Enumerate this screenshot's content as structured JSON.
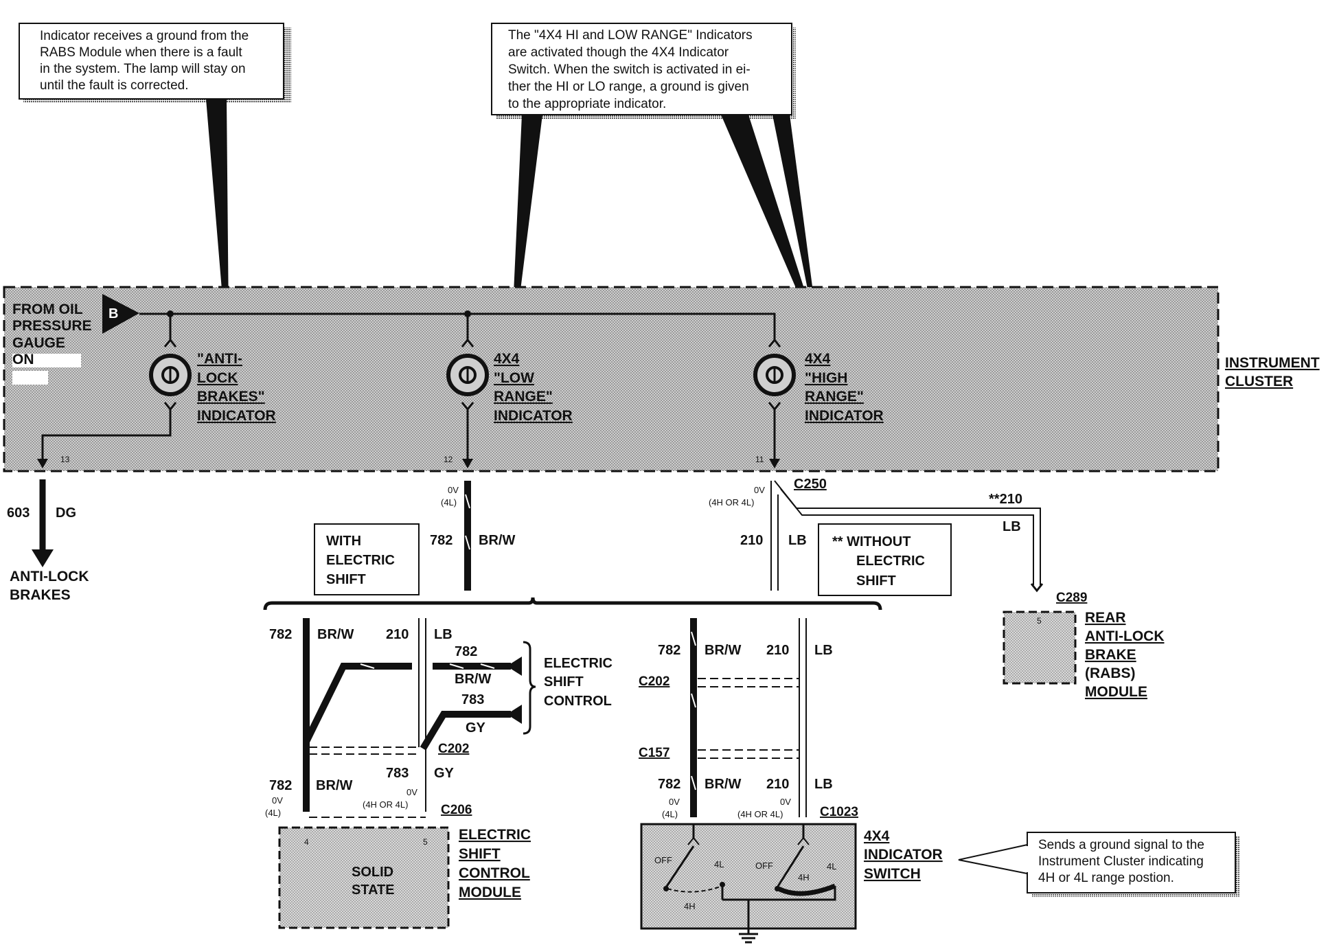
{
  "notes": {
    "rabs_line1": "Indicator receives a ground from the",
    "rabs_line2": "RABS Module when there is a fault",
    "rabs_line3": "in the system. The lamp will stay on",
    "rabs_line4": "until the fault is corrected.",
    "fourx4_line1": "The \"4X4 HI and LOW RANGE\" Indicators",
    "fourx4_line2": "are activated though the 4X4 Indicator",
    "fourx4_line3": "Switch. When the switch is activated in ei-",
    "fourx4_line4": "ther the HI or LO range, a ground is given",
    "fourx4_line5": "to the appropriate indicator.",
    "switch_line1": "Sends a ground signal to the",
    "switch_line2": "Instrument Cluster indicating",
    "switch_line3": "4H or 4L range postion."
  },
  "cluster": {
    "from1": "FROM OIL",
    "from2": "PRESSURE",
    "from3": "GAUGE",
    "from4": "ON",
    "connector_letter": "B",
    "name1": "INSTRUMENT",
    "name2": "CLUSTER",
    "abs1": "\"ANTI-",
    "abs2": "LOCK",
    "abs3": "BRAKES\"",
    "abs4": "INDICATOR",
    "low1": "4X4",
    "low2": "\"LOW",
    "low3": "RANGE\"",
    "low4": "INDICATOR",
    "high1": "4X4",
    "high2": "\"HIGH",
    "high3": "RANGE\"",
    "high4": "INDICATOR",
    "pin13": "13",
    "pin12": "12",
    "pin11": "11"
  },
  "wires": {
    "w603": "603",
    "dg": "DG",
    "abs_dest1": "ANTI-LOCK",
    "abs_dest2": "BRAKES",
    "w782": "782",
    "brw": "BR/W",
    "w210": "210",
    "lb": "LB",
    "w783": "783",
    "gy": "GY",
    "w210_star": "**210",
    "zero_v": "0V",
    "four_l": "(4L)",
    "four_h_or_4l": "(4H OR 4L)"
  },
  "connectors": {
    "c250": "C250",
    "c289": "C289",
    "c202": "C202",
    "c206": "C206",
    "c157": "C157",
    "c1023": "C1023"
  },
  "boxes": {
    "with1": "WITH",
    "with2": "ELECTRIC",
    "with3": "SHIFT",
    "without1": "** WITHOUT",
    "without2": "ELECTRIC",
    "without3": "SHIFT",
    "esc1": "ELECTRIC",
    "esc2": "SHIFT",
    "esc3": "CONTROL"
  },
  "modules": {
    "rabs1": "REAR",
    "rabs2": "ANTI-LOCK",
    "rabs3": "BRAKE",
    "rabs4": "(RABS)",
    "rabs5": "MODULE",
    "rabs_pin": "5",
    "escm1": "ELECTRIC",
    "escm2": "SHIFT",
    "escm3": "CONTROL",
    "escm4": "MODULE",
    "solid1": "SOLID",
    "solid2": "STATE",
    "escm_pin4": "4",
    "escm_pin5": "5",
    "sw1": "4X4",
    "sw2": "INDICATOR",
    "sw3": "SWITCH",
    "sw_off": "OFF",
    "sw_4l": "4L",
    "sw_4h": "4H"
  }
}
